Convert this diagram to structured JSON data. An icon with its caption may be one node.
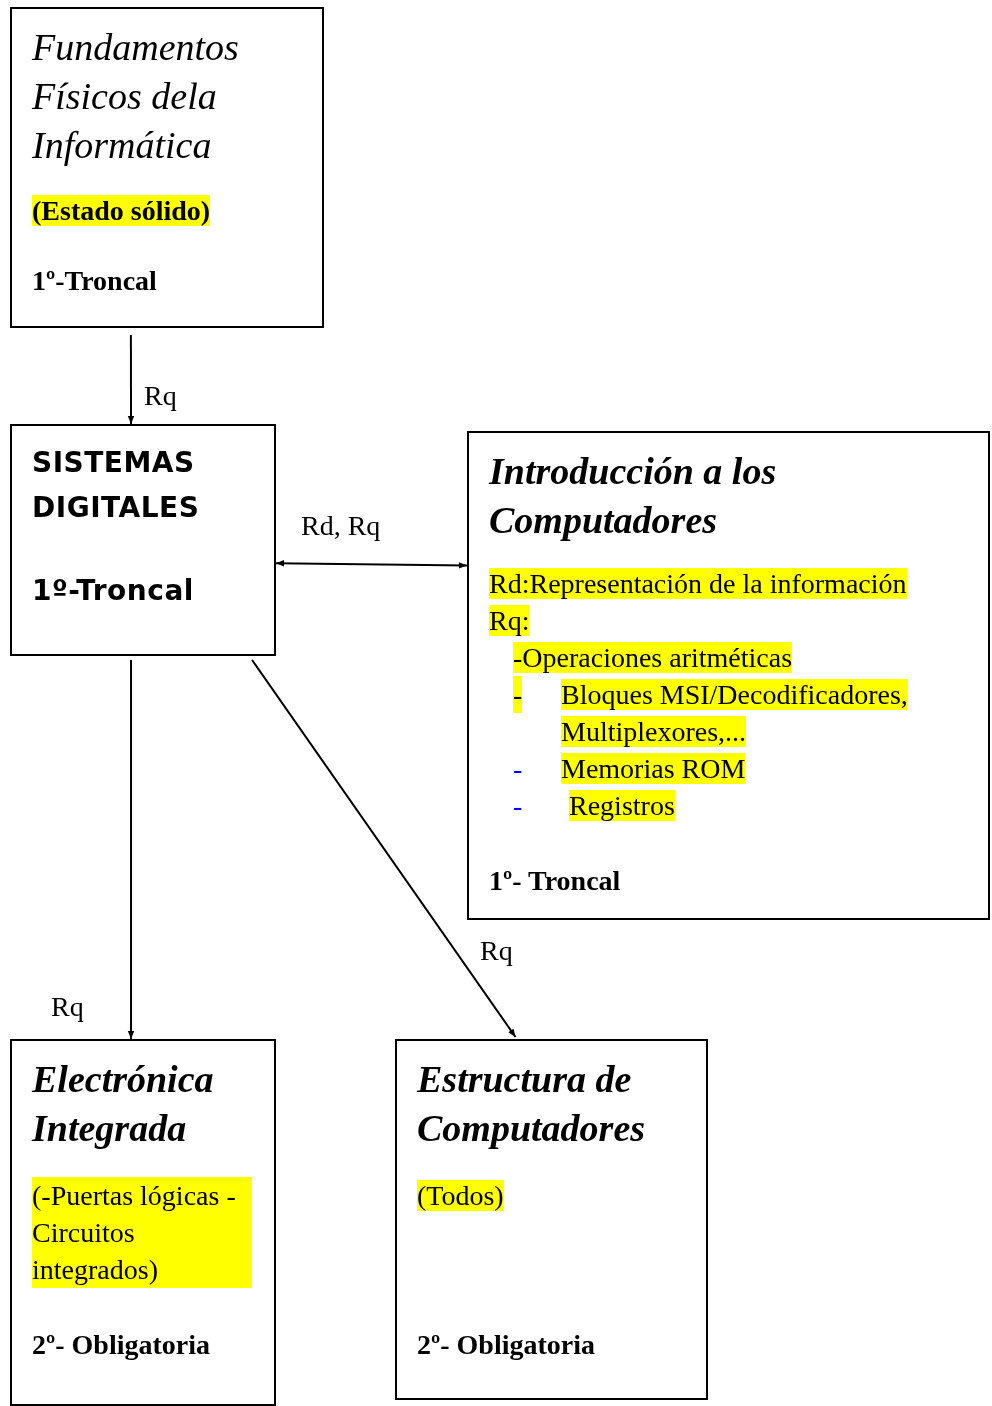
{
  "diagram": {
    "nodes": [
      {
        "text": [
          "Fundamentos Físicos dela Informática",
          "(Estado sólido)",
          "1º-Troncal"
        ]
      },
      {
        "text": [
          "SISTEMAS DIGITALES",
          "1º-Troncal"
        ]
      },
      {
        "text": [
          "Introducción a los Computadores",
          "Rd:Representación de la información",
          "Rq:",
          "-Operaciones aritméticas",
          "-",
          "Bloques MSI/Decodificadores, Multiplexores,...",
          "-",
          "Memorias ROM",
          "-",
          "Registros",
          "1º- Troncal"
        ]
      },
      {
        "text": [
          "Electrónica Integrada",
          "(-Puertas lógicas -Circuitos integrados)",
          "2º- Obligatoria"
        ]
      },
      {
        "text": [
          "Estructura de Computadores",
          "(Todos)",
          "2º- Obligatoria"
        ]
      }
    ],
    "edges": [
      {
        "from": 0,
        "to": 1,
        "arrow": "to",
        "label": "Rq"
      },
      {
        "from": 1,
        "to": 2,
        "arrow": "both",
        "label": "Rd, Rq"
      },
      {
        "from": 1,
        "to": 3,
        "arrow": "to",
        "label": "Rq"
      },
      {
        "from": 1,
        "to": 4,
        "arrow": "to",
        "label": "Rq"
      }
    ]
  }
}
